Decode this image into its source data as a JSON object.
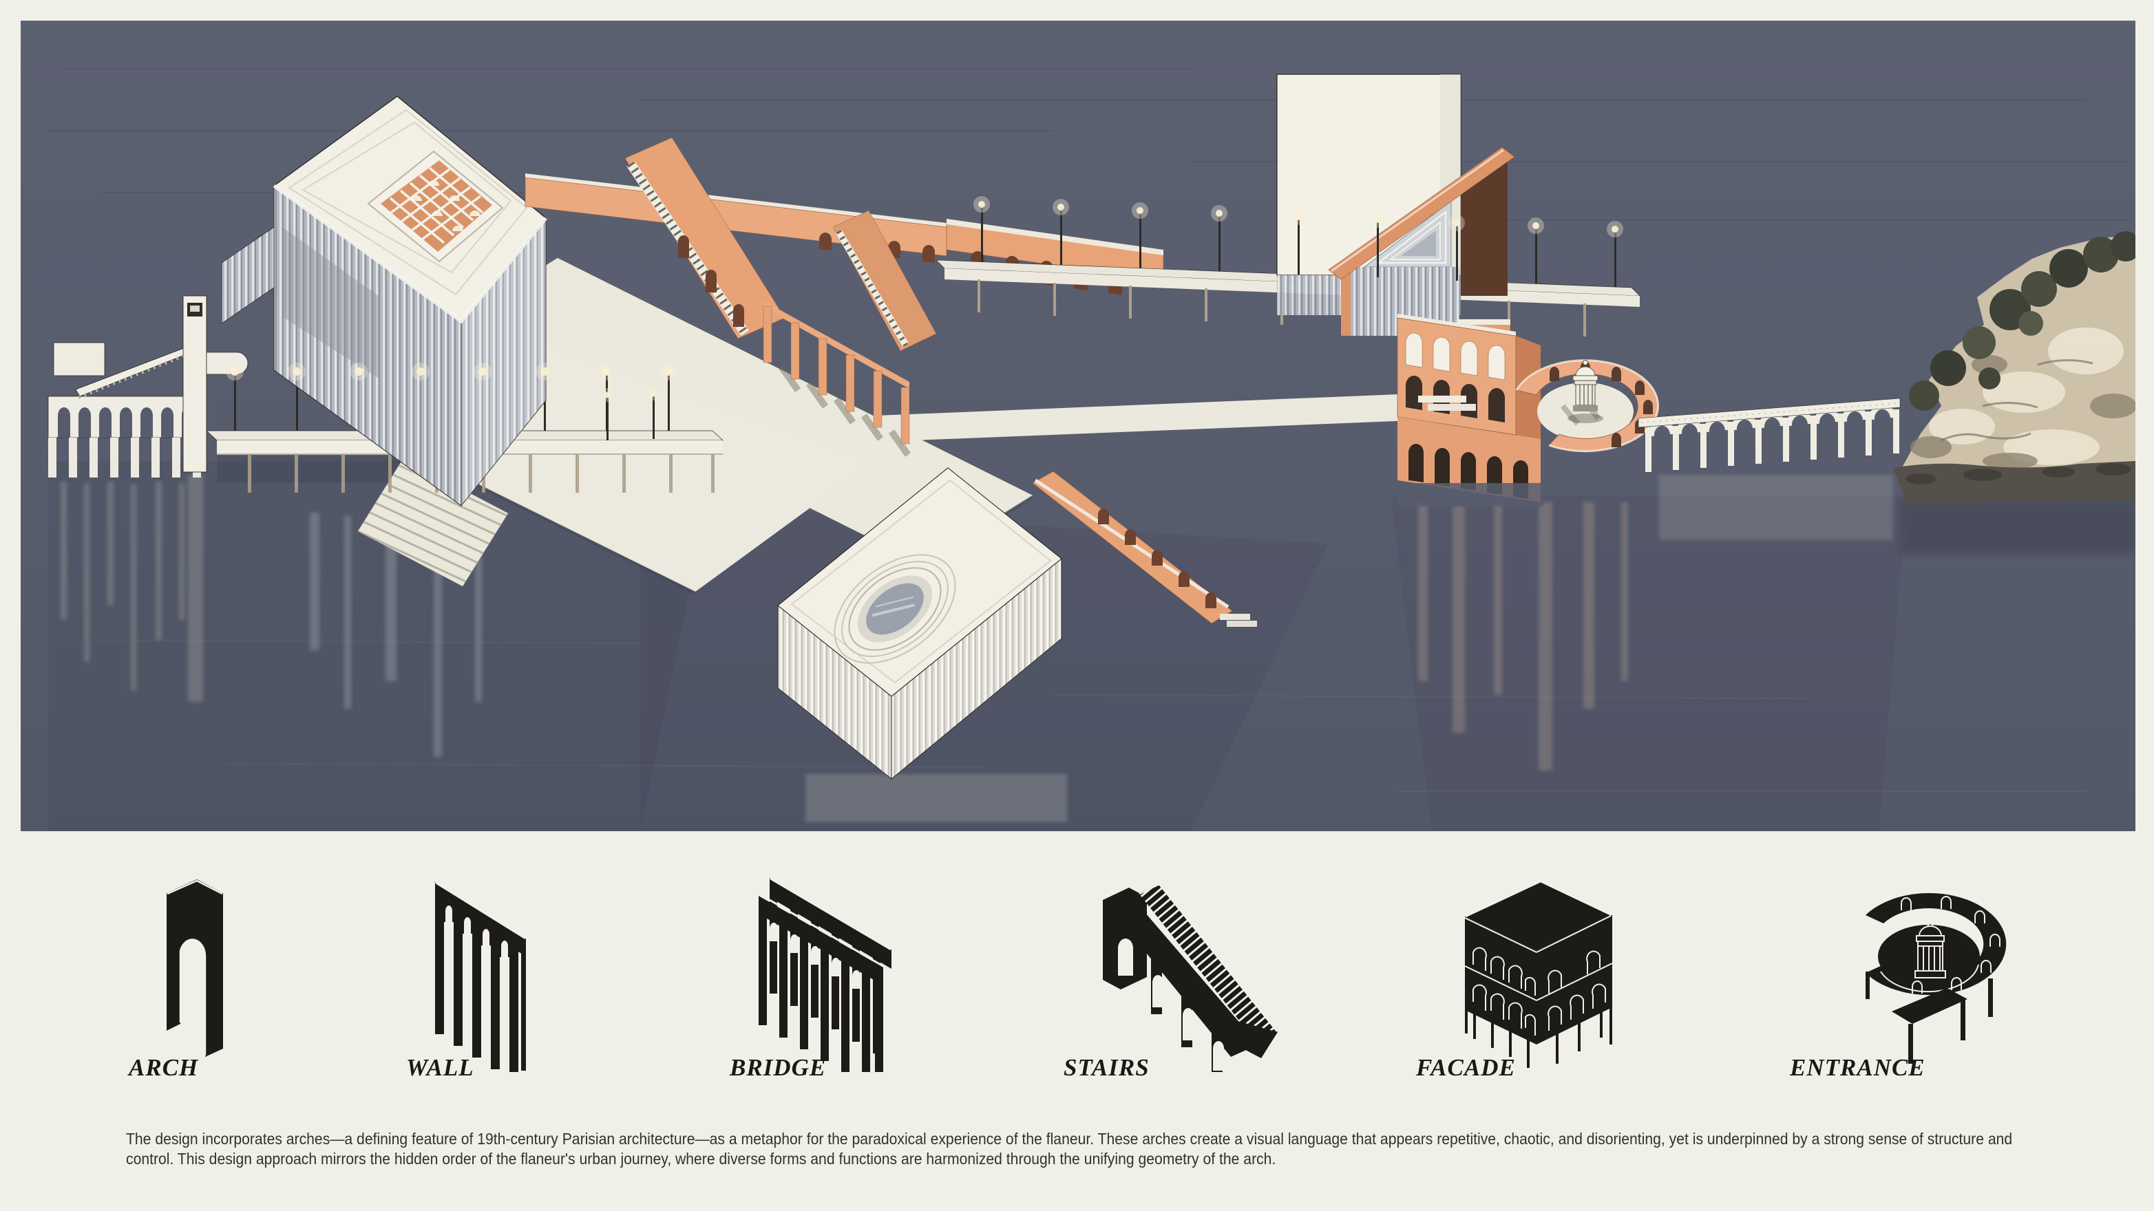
{
  "legend": {
    "items": [
      {
        "label": "ARCH",
        "icon": "arch-icon"
      },
      {
        "label": "WALL",
        "icon": "wall-icon"
      },
      {
        "label": "BRIDGE",
        "icon": "bridge-icon"
      },
      {
        "label": "STAIRS",
        "icon": "stairs-icon"
      },
      {
        "label": "FACADE",
        "icon": "facade-icon"
      },
      {
        "label": "ENTRANCE",
        "icon": "entrance-icon"
      }
    ]
  },
  "caption": {
    "text": "The design incorporates arches—a defining feature of 19th-century Parisian architecture—as a metaphor for the paradoxical experience of the flaneur. These arches create a visual language that appears repetitive, chaotic, and disorienting, yet is underpinned by a strong sense of structure and control. This design approach mirrors the hidden order of the flaneur's urban journey, where diverse forms and functions are harmonized through the unifying geometry of the arch."
  },
  "colors": {
    "board_background": "#f0f0e9",
    "water": "#585d6e",
    "building_white": "#f2efe5",
    "terracotta_light": "#eba97f",
    "terracotta_dark": "#c87f57",
    "icon_black": "#1d1b18"
  }
}
